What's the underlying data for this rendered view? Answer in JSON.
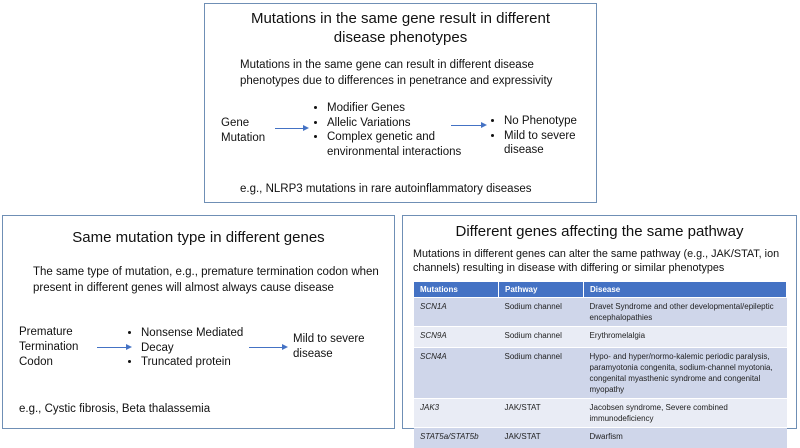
{
  "top_panel": {
    "title_line1": "Mutations in the same gene result in different",
    "title_line2": "disease phenotypes",
    "desc_line1": "Mutations in the same gene can result in different disease",
    "desc_line2": "phenotypes due to differences in penetrance and expressivity",
    "input_line1": "Gene",
    "input_line2": "Mutation",
    "factors": [
      "Modifier Genes",
      "Allelic Variations",
      "Complex genetic and environmental interactions"
    ],
    "outcomes": [
      "No Phenotype",
      "Mild to severe disease"
    ],
    "example": "e.g., NLRP3 mutations in rare autoinflammatory diseases"
  },
  "left_panel": {
    "title": "Same mutation type in different genes",
    "desc_line1": "The same type of mutation, e.g., premature termination codon when",
    "desc_line2": "present in different genes will almost always cause disease",
    "input_line1": "Premature",
    "input_line2": "Termination",
    "input_line3": "Codon",
    "factors": [
      "Nonsense Mediated Decay",
      "Truncated protein"
    ],
    "outcome_line1": "Mild to severe",
    "outcome_line2": "disease",
    "example": "e.g., Cystic fibrosis, Beta thalassemia"
  },
  "right_panel": {
    "title": "Different genes affecting the same pathway",
    "desc_line1": "Mutations in different genes can alter the same pathway (e.g., JAK/STAT, ion",
    "desc_line2": "channels) resulting in disease with differing or similar phenotypes",
    "table": {
      "headers": [
        "Mutations",
        "Pathway",
        "Disease"
      ],
      "rows": [
        {
          "gene": "SCN1A",
          "pathway": "Sodium channel",
          "disease": "Dravet Syndrome and other developmental/epileptic encephalopathies"
        },
        {
          "gene": "SCN9A",
          "pathway": "Sodium channel",
          "disease": "Erythromelalgia"
        },
        {
          "gene": "SCN4A",
          "pathway": "Sodium channel",
          "disease": "Hypo- and hyper/normo-kalemic periodic paralysis, paramyotonia congenita, sodium-channel myotonia, congenital myasthenic syndrome and congenital myopathy"
        },
        {
          "gene": "JAK3",
          "pathway": "JAK/STAT",
          "disease": "Jacobsen syndrome, Severe combined immunodeficiency"
        },
        {
          "gene": "STAT5a/STAT5b",
          "pathway": "JAK/STAT",
          "disease": "Dwarfism"
        }
      ]
    }
  }
}
